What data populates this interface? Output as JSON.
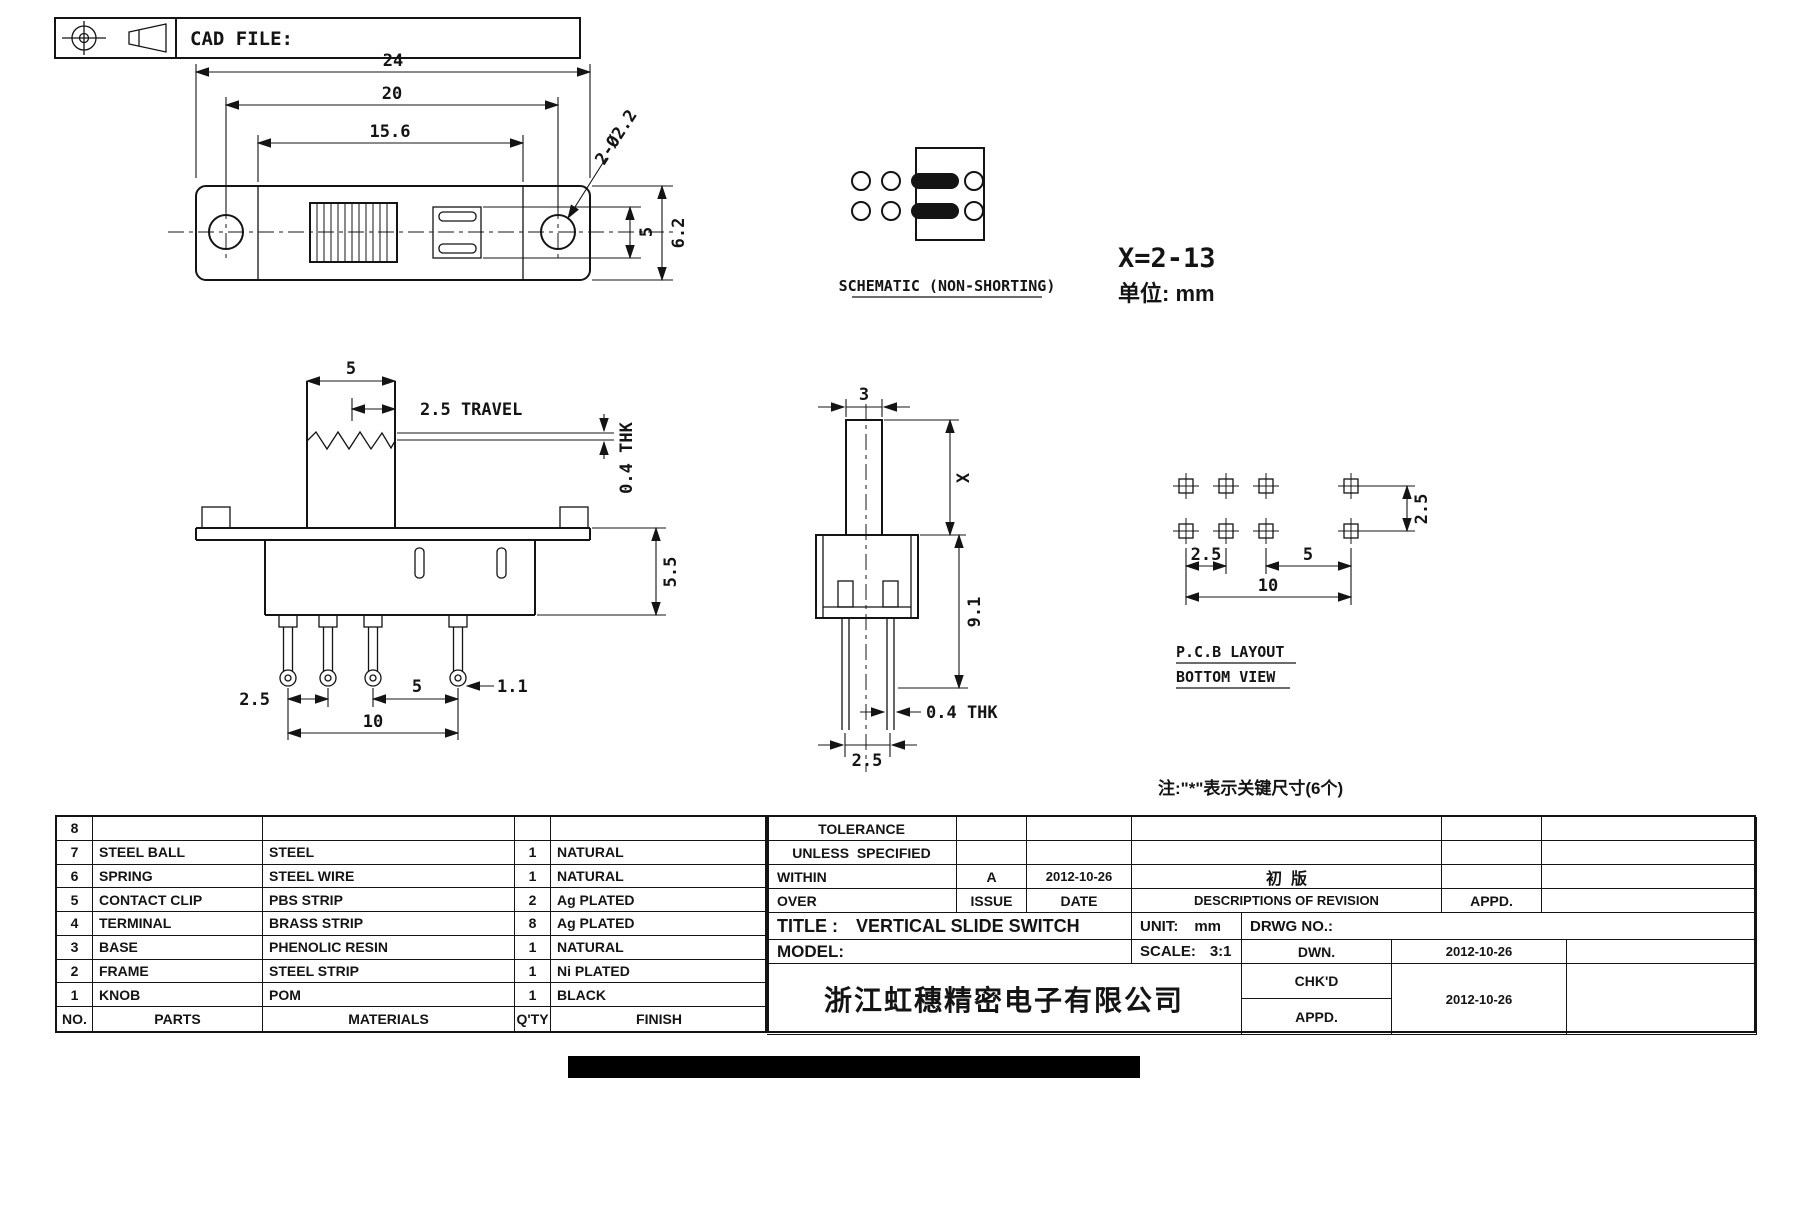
{
  "header": {
    "cad_file_label": "CAD FILE:"
  },
  "views": {
    "front": {
      "dim_24": "24",
      "dim_20": "20",
      "dim_15_6": "15.6",
      "dim_holes": "2-Ø2.2",
      "dim_5": "5",
      "dim_6_2": "6.2"
    },
    "schematic": {
      "caption": "SCHEMATIC (NON-SHORTING)",
      "x_range": "X=2-13",
      "unit_note": "单位: mm"
    },
    "side": {
      "dim_top_5": "5",
      "dim_travel": "2.5 TRAVEL",
      "dim_thk": "0.4 THK",
      "dim_5_5": "5.5",
      "dim_pitch_2_5": "2.5",
      "dim_pitch_5": "5",
      "dim_pin_1_1": "1.1",
      "dim_span_10": "10"
    },
    "end": {
      "dim_3": "3",
      "dim_x": "X",
      "dim_9_1": "9.1",
      "dim_thk": "0.4 THK",
      "dim_2_5": "2.5"
    },
    "pcb": {
      "caption_line1": "P.C.B LAYOUT",
      "caption_line2": "BOTTOM VIEW",
      "dim_row_2_5": "2.5",
      "dim_col_2_5": "2.5",
      "dim_col_5": "5",
      "dim_span_10": "10"
    },
    "key_note": "注:\"*\"表示关键尺寸(6个)"
  },
  "parts_table": {
    "rows": [
      {
        "no": "8",
        "part": "",
        "material": "",
        "qty": "",
        "finish": ""
      },
      {
        "no": "7",
        "part": "STEEL BALL",
        "material": "STEEL",
        "qty": "1",
        "finish": "NATURAL"
      },
      {
        "no": "6",
        "part": "SPRING",
        "material": "STEEL WIRE",
        "qty": "1",
        "finish": "NATURAL"
      },
      {
        "no": "5",
        "part": "CONTACT CLIP",
        "material": "PBS STRIP",
        "qty": "2",
        "finish": "Ag PLATED"
      },
      {
        "no": "4",
        "part": "TERMINAL",
        "material": "BRASS STRIP",
        "qty": "8",
        "finish": "Ag PLATED"
      },
      {
        "no": "3",
        "part": "BASE",
        "material": "PHENOLIC RESIN",
        "qty": "1",
        "finish": "NATURAL"
      },
      {
        "no": "2",
        "part": "FRAME",
        "material": "STEEL STRIP",
        "qty": "1",
        "finish": "Ni PLATED"
      },
      {
        "no": "1",
        "part": "KNOB",
        "material": "POM",
        "qty": "1",
        "finish": "BLACK"
      }
    ],
    "footer": {
      "no": "NO.",
      "part": "PARTS",
      "material": "MATERIALS",
      "qty": "Q'TY",
      "finish": "FINISH"
    }
  },
  "title_block": {
    "tolerance_line1": "TOLERANCE",
    "tolerance_line2": "UNLESS  SPECIFIED",
    "within_label": "WITHIN",
    "over_label": "OVER",
    "issue_value": "A",
    "issue_date": "2012-10-26",
    "issue_label": "ISSUE",
    "date_label": "DATE",
    "revision_description": "初  版",
    "descriptions_label": "DESCRIPTIONS OF REVISION",
    "appd_label": "APPD.",
    "title_label": "TITLE :",
    "title_value": "VERTICAL SLIDE SWITCH",
    "unit_label": "UNIT:",
    "unit_value": "mm",
    "drwg_no_label": "DRWG NO.:",
    "model_label": "MODEL:",
    "scale_label": "SCALE:",
    "scale_value": "3:1",
    "dwn_label": "DWN.",
    "dwn_date": "2012-10-26",
    "chkd_label": "CHK'D",
    "chkd_date": "2012-10-26",
    "appd_row_label": "APPD.",
    "company": "浙江虹穗精密电子有限公司"
  }
}
